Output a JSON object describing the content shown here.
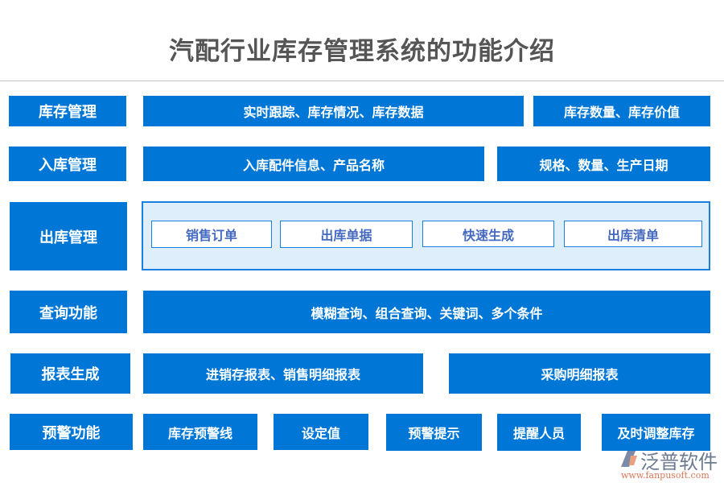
{
  "title": "汽配行业库存管理系统的功能介绍",
  "rows": {
    "inventory": {
      "label": "库存管理",
      "items": [
        "实时跟踪、库存情况、库存数据",
        "库存数量、库存价值"
      ]
    },
    "inbound": {
      "label": "入库管理",
      "items": [
        "入库配件信息、产品名称",
        "规格、数量、生产日期"
      ]
    },
    "outbound": {
      "label": "出库管理",
      "items": [
        "销售订单",
        "出库单据",
        "快速生成",
        "出库清单"
      ]
    },
    "query": {
      "label": "查询功能",
      "items": [
        "模糊查询、组合查询、关键词、多个条件"
      ]
    },
    "report": {
      "label": "报表生成",
      "items": [
        "进销存报表、销售明细报表",
        "采购明细报表"
      ]
    },
    "warning": {
      "label": "预警功能",
      "items": [
        "库存预警线",
        "设定值",
        "预警提示",
        "提醒人员",
        "及时调整库存"
      ]
    }
  },
  "watermark": {
    "brand": "泛普软件",
    "url": "www.fanpusoft.com"
  },
  "colors": {
    "box_blue": "#0077d6",
    "panel_bg": "#deeefa",
    "sub_text": "#4469c0",
    "title": "#555555"
  }
}
